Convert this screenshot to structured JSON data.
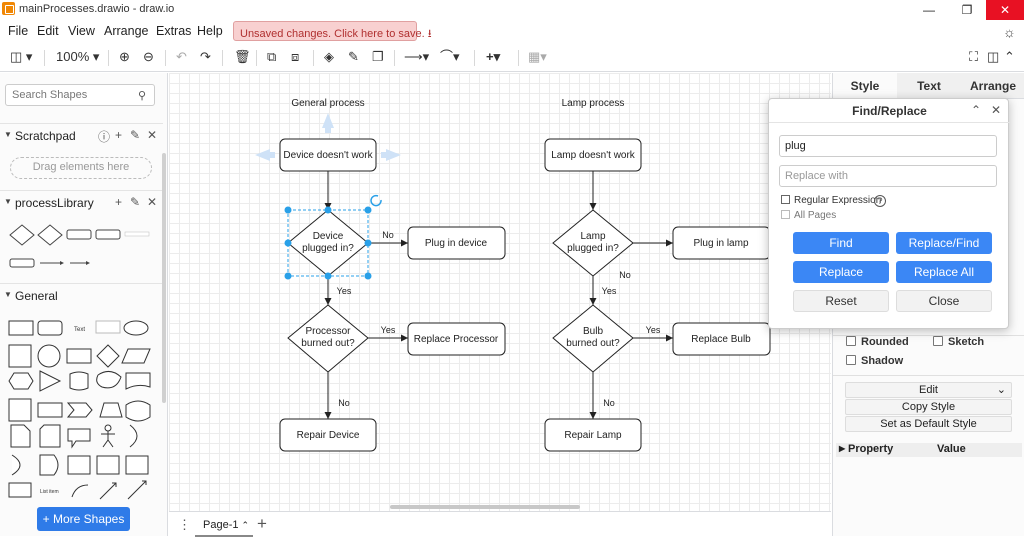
{
  "window": {
    "title": "mainProcesses.drawio - draw.io"
  },
  "menu": {
    "items": [
      "File",
      "Edit",
      "View",
      "Arrange",
      "Extras",
      "Help"
    ],
    "unsaved_notice": "Unsaved changes. Click here to save."
  },
  "toolbar": {
    "zoom": "100%"
  },
  "sidebar": {
    "search_placeholder": "Search Shapes",
    "scratchpad_title": "Scratchpad",
    "scratchpad_drop": "Drag elements here",
    "library_title": "processLibrary",
    "general_title": "General",
    "more_shapes": "+ More Shapes"
  },
  "pages": {
    "current": "Page-1"
  },
  "format_panel": {
    "tabs": [
      "Style",
      "Text",
      "Arrange"
    ],
    "rounded": "Rounded",
    "sketch": "Sketch",
    "shadow": "Shadow",
    "edit": "Edit",
    "copy_style": "Copy Style",
    "set_default": "Set as Default Style",
    "property": "Property",
    "value": "Value"
  },
  "find_replace": {
    "title": "Find/Replace",
    "find_value": "plug",
    "replace_placeholder": "Replace with",
    "regular_expression": "Regular Expression",
    "all_pages": "All Pages",
    "buttons": {
      "find": "Find",
      "replace_find": "Replace/Find",
      "replace": "Replace",
      "replace_all": "Replace All",
      "reset": "Reset",
      "close": "Close"
    }
  },
  "diagram": {
    "general_title": "General process",
    "lamp_title": "Lamp process",
    "general": {
      "start": "Device doesn't work",
      "d1": [
        "Device",
        "plugged in?"
      ],
      "r1": "Plug in device",
      "d2": [
        "Processor",
        "burned out?"
      ],
      "r2": "Replace Processor",
      "end": "Repair Device"
    },
    "lamp": {
      "start": "Lamp doesn't work",
      "d1": [
        "Lamp",
        "plugged in?"
      ],
      "r1": "Plug in lamp",
      "d2": [
        "Bulb",
        "burned out?"
      ],
      "r2": "Replace Bulb",
      "end": "Repair Lamp"
    },
    "yes": "Yes",
    "no": "No"
  }
}
